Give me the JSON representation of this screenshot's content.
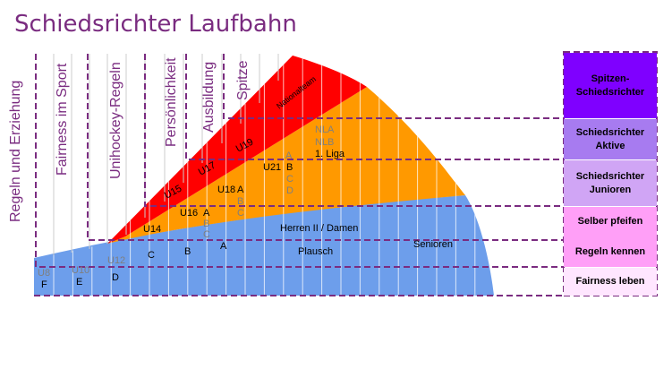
{
  "title": "Schiedsrichter Laufbahn",
  "pillars": [
    "Regeln und Erziehung",
    "Fairness im Sport",
    "Unihockey-Regeln",
    "Persönlichkeit",
    "Ausbildung",
    "Spitze"
  ],
  "levels": [
    {
      "line1": "Spitzen-",
      "line2": "Schiedsrichter",
      "color": "#7f00ff"
    },
    {
      "line1": "Schiedsrichter",
      "line2": "Aktive",
      "color": "#a77bf0"
    },
    {
      "line1": "Schiedsrichter",
      "line2": "Junioren",
      "color": "#d0a5f5"
    },
    {
      "line1": "Selber pfeifen",
      "line2": "",
      "color": "#ff9ff7"
    },
    {
      "line1": "Regeln kennen",
      "line2": "",
      "color": "#ff9ff7"
    },
    {
      "line1": "Fairness  leben",
      "line2": "",
      "color": "#ffe6ff"
    }
  ],
  "bands": {
    "blue": "#6d9eeb",
    "orange": "#ff9900",
    "red": "#ff0000",
    "accent": "#7a2c80"
  },
  "labels": {
    "red_band": [
      "U15",
      "U17",
      "U19",
      "Nationalteam"
    ],
    "orange_band": [
      "U14",
      "U16",
      "A",
      "B",
      "C",
      "U18",
      "A",
      "B",
      "C",
      "U21",
      "A",
      "B",
      "C",
      "D",
      "NLA",
      "NLB",
      "1. Liga"
    ],
    "blue_band": [
      "U8",
      "F",
      "U10",
      "E",
      "U12",
      "D",
      "C",
      "B",
      "A",
      "Herren II / Damen",
      "Plausch",
      "Senioren"
    ]
  }
}
